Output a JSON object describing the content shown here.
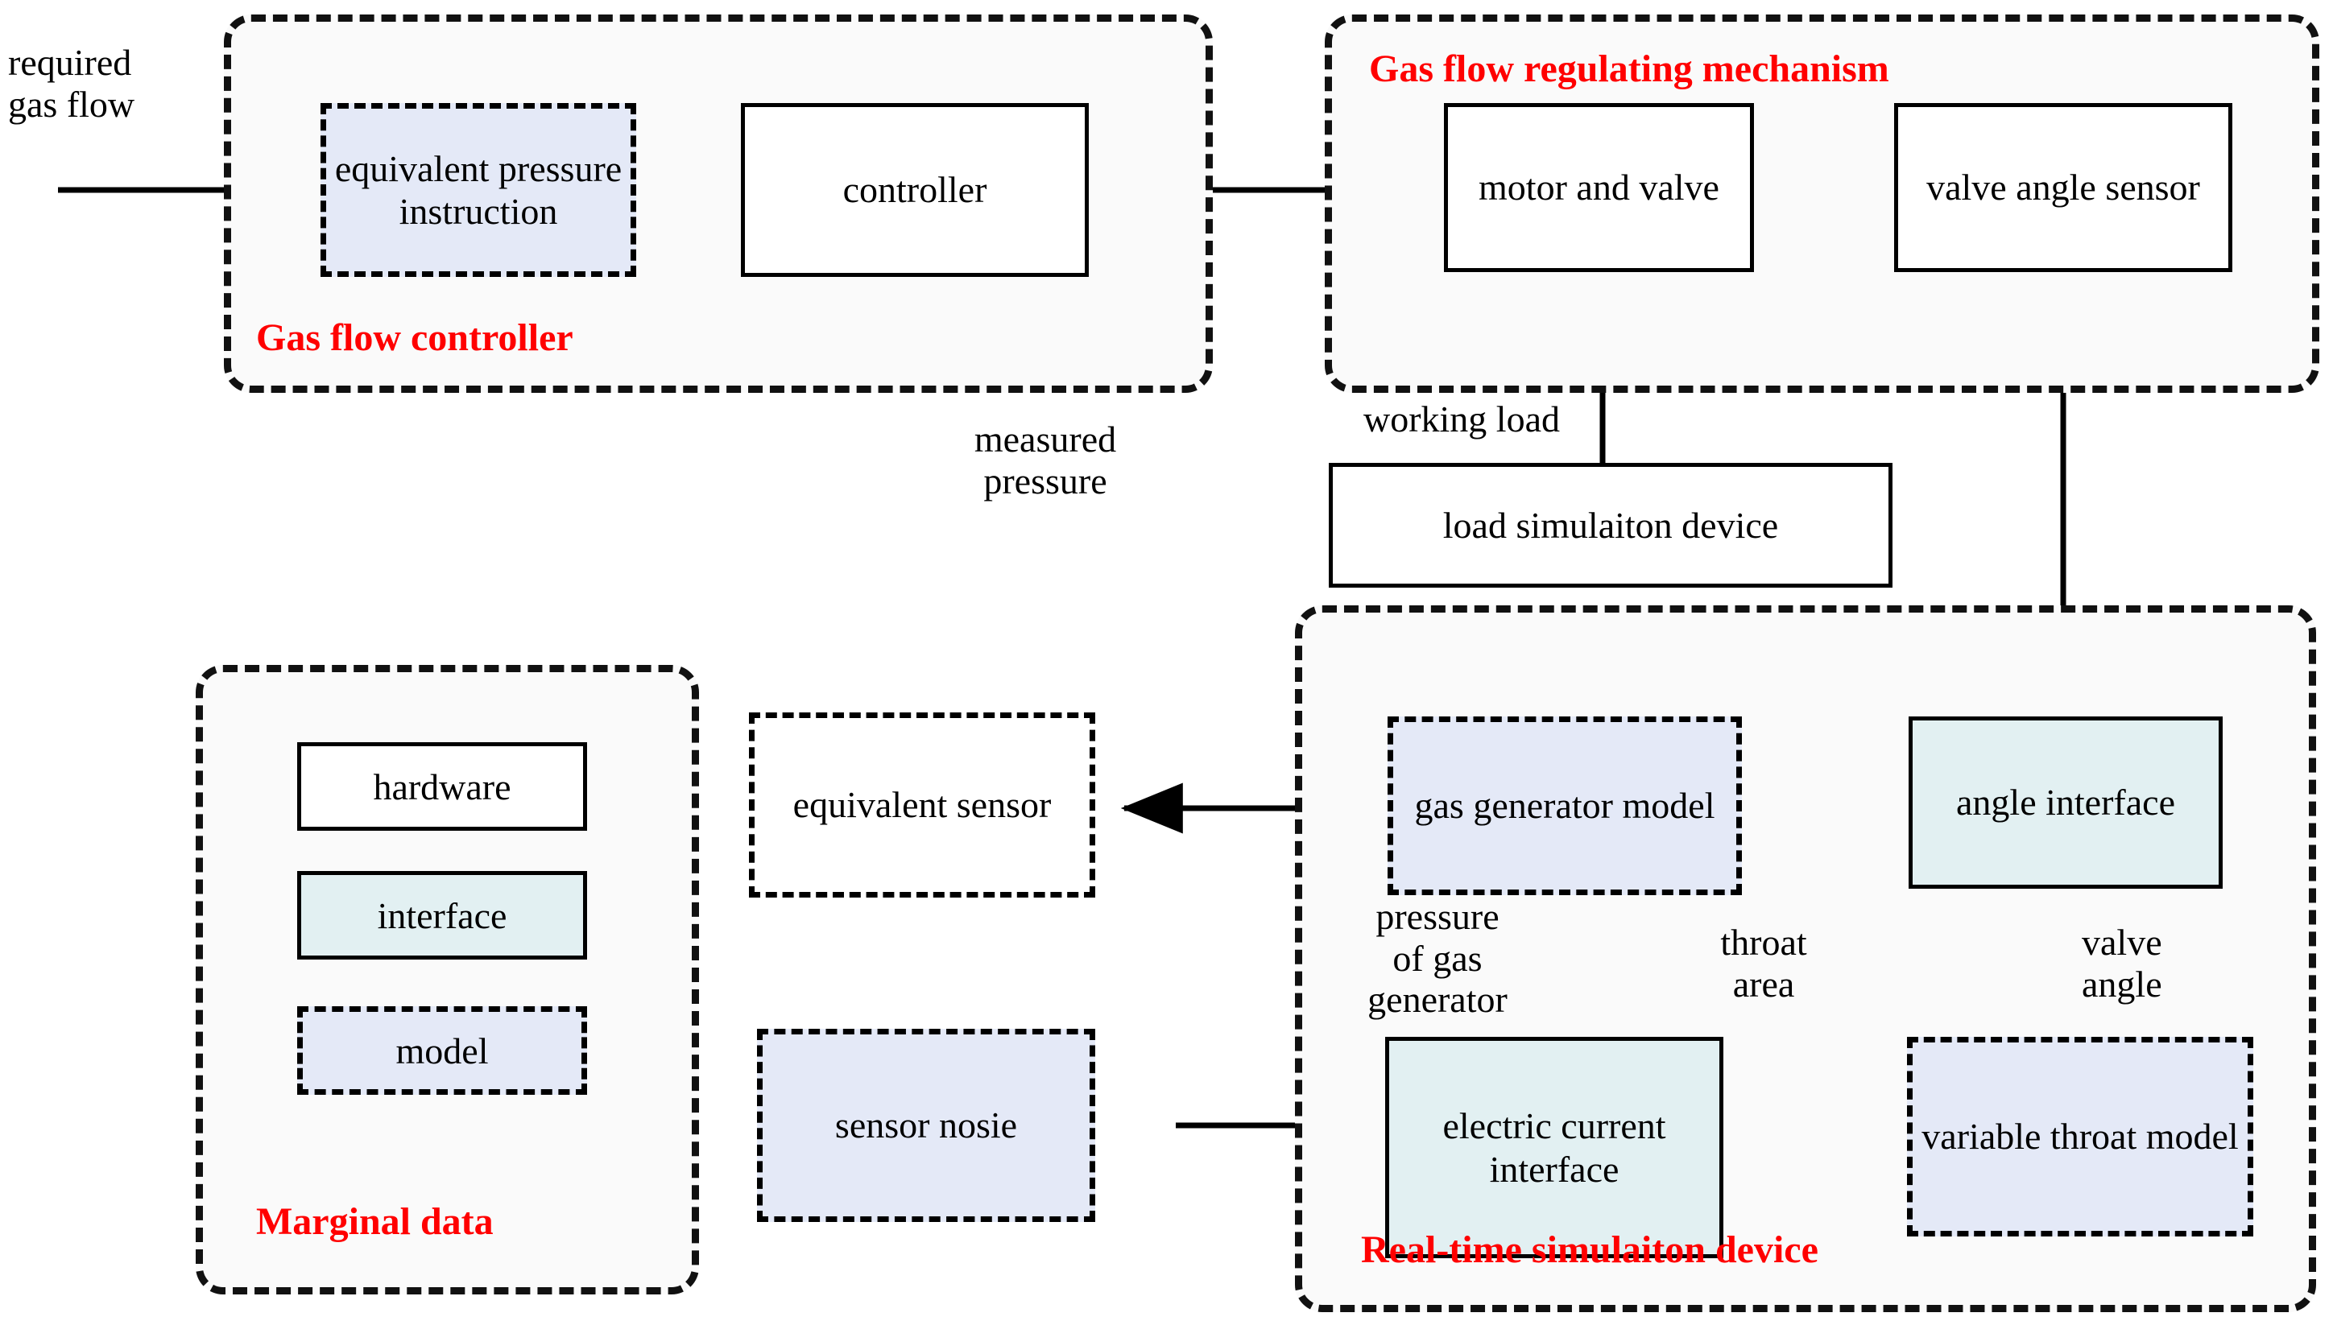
{
  "diagram": {
    "title": "Gas flow control hardware-in-the-loop simulation block diagram",
    "colors": {
      "group_label": "#ff0000",
      "hardware_fill": "#ffffff",
      "interface_fill": "#e2f0f2",
      "model_fill": "#e4e9f7",
      "stroke": "#000000",
      "group_fill": "#fafafa"
    }
  },
  "groups": {
    "gas_flow_controller": {
      "label": "Gas flow controller"
    },
    "gas_flow_regulating_mechanism": {
      "label": "Gas flow regulating mechanism"
    },
    "real_time_simulation_device": {
      "label": "Real-time simulaiton device"
    },
    "marginal_data": {
      "label": "Marginal data"
    }
  },
  "nodes": {
    "equivalent_pressure_instruction": {
      "label": "equivalent\npressure\ninstruction",
      "kind": "model"
    },
    "controller": {
      "label": "controller",
      "kind": "hardware"
    },
    "motor_and_valve": {
      "label": "motor  and\nvalve",
      "kind": "hardware"
    },
    "valve_angle_sensor": {
      "label": "valve angle\nsensor",
      "kind": "hardware"
    },
    "load_simulation_device": {
      "label": "load simulaiton device",
      "kind": "hardware"
    },
    "equivalent_sensor": {
      "label": "equivalent\nsensor",
      "kind": "model-plain"
    },
    "gas_generator_model": {
      "label": "gas generator\nmodel",
      "kind": "model"
    },
    "angle_interface": {
      "label": "angle\ninterface",
      "kind": "interface"
    },
    "sensor_noise": {
      "label": "sensor\nnosie",
      "kind": "model"
    },
    "electric_current_interface": {
      "label": "electric\ncurrent\ninterface",
      "kind": "interface"
    },
    "variable_throat_model": {
      "label": "variable\nthroat model",
      "kind": "model"
    }
  },
  "edge_labels": {
    "required_gas_flow": "required\ngas flow",
    "measured_pressure": "measured\npressure",
    "working_load": "working load",
    "pressure_of_gas_generator": "pressure\nof gas\ngenerator",
    "throat_area": "throat\narea",
    "valve_angle": "valve\nangle"
  },
  "legend": {
    "items": [
      {
        "label": "hardware",
        "kind": "hardware"
      },
      {
        "label": "interface",
        "kind": "interface"
      },
      {
        "label": "model",
        "kind": "model"
      }
    ],
    "caption": "Marginal data"
  }
}
